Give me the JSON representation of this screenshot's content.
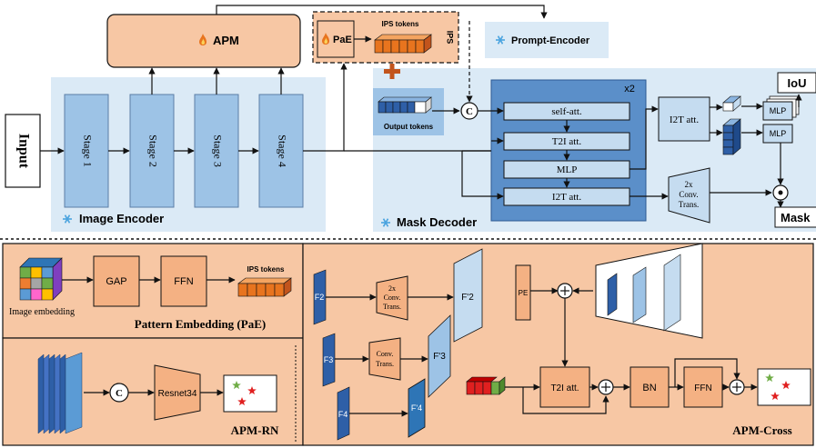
{
  "top": {
    "input": "Input",
    "stages": [
      "Stage 1",
      "Stage 2",
      "Stage 3",
      "Stage 4"
    ],
    "image_encoder": "Image Encoder",
    "apm": "APM",
    "pae": "PaE",
    "ips_tokens": "IPS tokens",
    "ips": "IPS",
    "prompt_encoder": "Prompt-Encoder",
    "output_tokens": "Output tokens",
    "concat": "C",
    "mask_decoder": "Mask Decoder",
    "x2": "x2",
    "self_att": "self-att.",
    "t2i_att": "T2I att.",
    "mlp": "MLP",
    "i2t_att": "I2T att.",
    "i2t_att_right": "I2T att.",
    "conv_trans": [
      "2x",
      "Conv.",
      "Trans."
    ],
    "mlp_head_1": "MLP",
    "mlp_head_2": "MLP",
    "iou": "IoU",
    "mask": "Mask"
  },
  "bottom": {
    "pae_title": "Pattern Embedding (PaE)",
    "image_embedding": "Image embedding",
    "gap": "GAP",
    "ffn": "FFN",
    "ips_tokens": "IPS tokens",
    "concat": "C",
    "resnet": "Resnet34",
    "apm_rn": "APM-RN",
    "f2": "F2",
    "f3": "F3",
    "f4": "F4",
    "conv2x": [
      "2x",
      "Conv.",
      "Trans."
    ],
    "conv1x": [
      "Conv.",
      "Trans."
    ],
    "fp2": "F'2",
    "fp3": "F'3",
    "fp4": "F'4",
    "pe": "PE",
    "t2i_att": "T2I att.",
    "bn": "BN",
    "ffn_cross": "FFN",
    "apm_cross": "APM-Cross"
  },
  "colors": {
    "peach": "#f7c7a4",
    "light_blue": "#dbeaf6",
    "stage_blue": "#9dc3e6",
    "decoder_blue": "#5b8fc9",
    "box_blue": "#c5dcf0",
    "arrow": "#111111",
    "fire": "#e8741e",
    "snow": "#4aa3df"
  },
  "icons": {
    "apm": "fire-icon",
    "pae": "fire-icon",
    "prompt_encoder": "snowflake-icon",
    "image_encoder": "snowflake-icon",
    "mask_decoder": "snowflake-icon"
  }
}
